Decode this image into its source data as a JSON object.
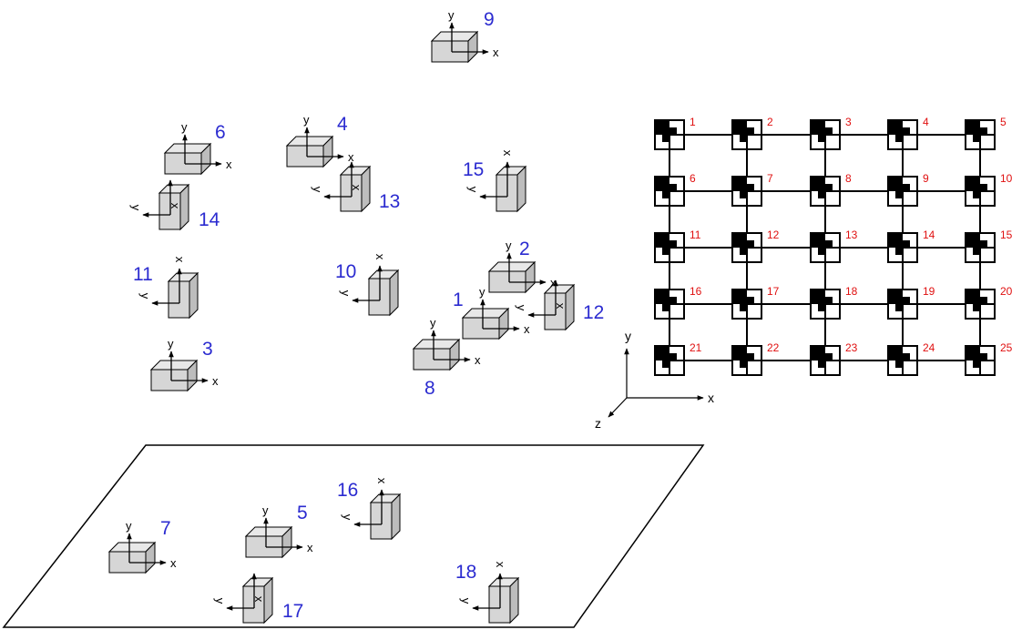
{
  "colors": {
    "camera_label": "#2b2bd0",
    "grid_label": "#e01010",
    "box_fill": "#d6d6d6",
    "line": "#000000"
  },
  "axis_letters": {
    "x": "x",
    "y": "y",
    "z": "z"
  },
  "world_axes": {
    "x": "x",
    "y": "y",
    "z": "z"
  },
  "cameras": [
    {
      "id": "9",
      "label": "9",
      "orientation": "horizontal"
    },
    {
      "id": "6",
      "label": "6",
      "orientation": "horizontal"
    },
    {
      "id": "4",
      "label": "4",
      "orientation": "horizontal"
    },
    {
      "id": "14",
      "label": "14",
      "orientation": "rotated"
    },
    {
      "id": "13",
      "label": "13",
      "orientation": "rotated"
    },
    {
      "id": "15",
      "label": "15",
      "orientation": "vertical"
    },
    {
      "id": "11",
      "label": "11",
      "orientation": "vertical"
    },
    {
      "id": "10",
      "label": "10",
      "orientation": "vertical"
    },
    {
      "id": "2",
      "label": "2",
      "orientation": "horizontal"
    },
    {
      "id": "12",
      "label": "12",
      "orientation": "rotated"
    },
    {
      "id": "1",
      "label": "1",
      "orientation": "horizontal"
    },
    {
      "id": "3",
      "label": "3",
      "orientation": "horizontal"
    },
    {
      "id": "8",
      "label": "8",
      "orientation": "horizontal"
    },
    {
      "id": "7",
      "label": "7",
      "orientation": "horizontal"
    },
    {
      "id": "5",
      "label": "5",
      "orientation": "horizontal"
    },
    {
      "id": "16",
      "label": "16",
      "orientation": "vertical"
    },
    {
      "id": "17",
      "label": "17",
      "orientation": "rotated"
    },
    {
      "id": "18",
      "label": "18",
      "orientation": "vertical"
    }
  ],
  "grid": {
    "rows": 5,
    "cols": 5,
    "labels": [
      "1",
      "2",
      "3",
      "4",
      "5",
      "6",
      "7",
      "8",
      "9",
      "10",
      "11",
      "12",
      "13",
      "14",
      "15",
      "16",
      "17",
      "18",
      "19",
      "20",
      "21",
      "22",
      "23",
      "24",
      "25"
    ]
  }
}
